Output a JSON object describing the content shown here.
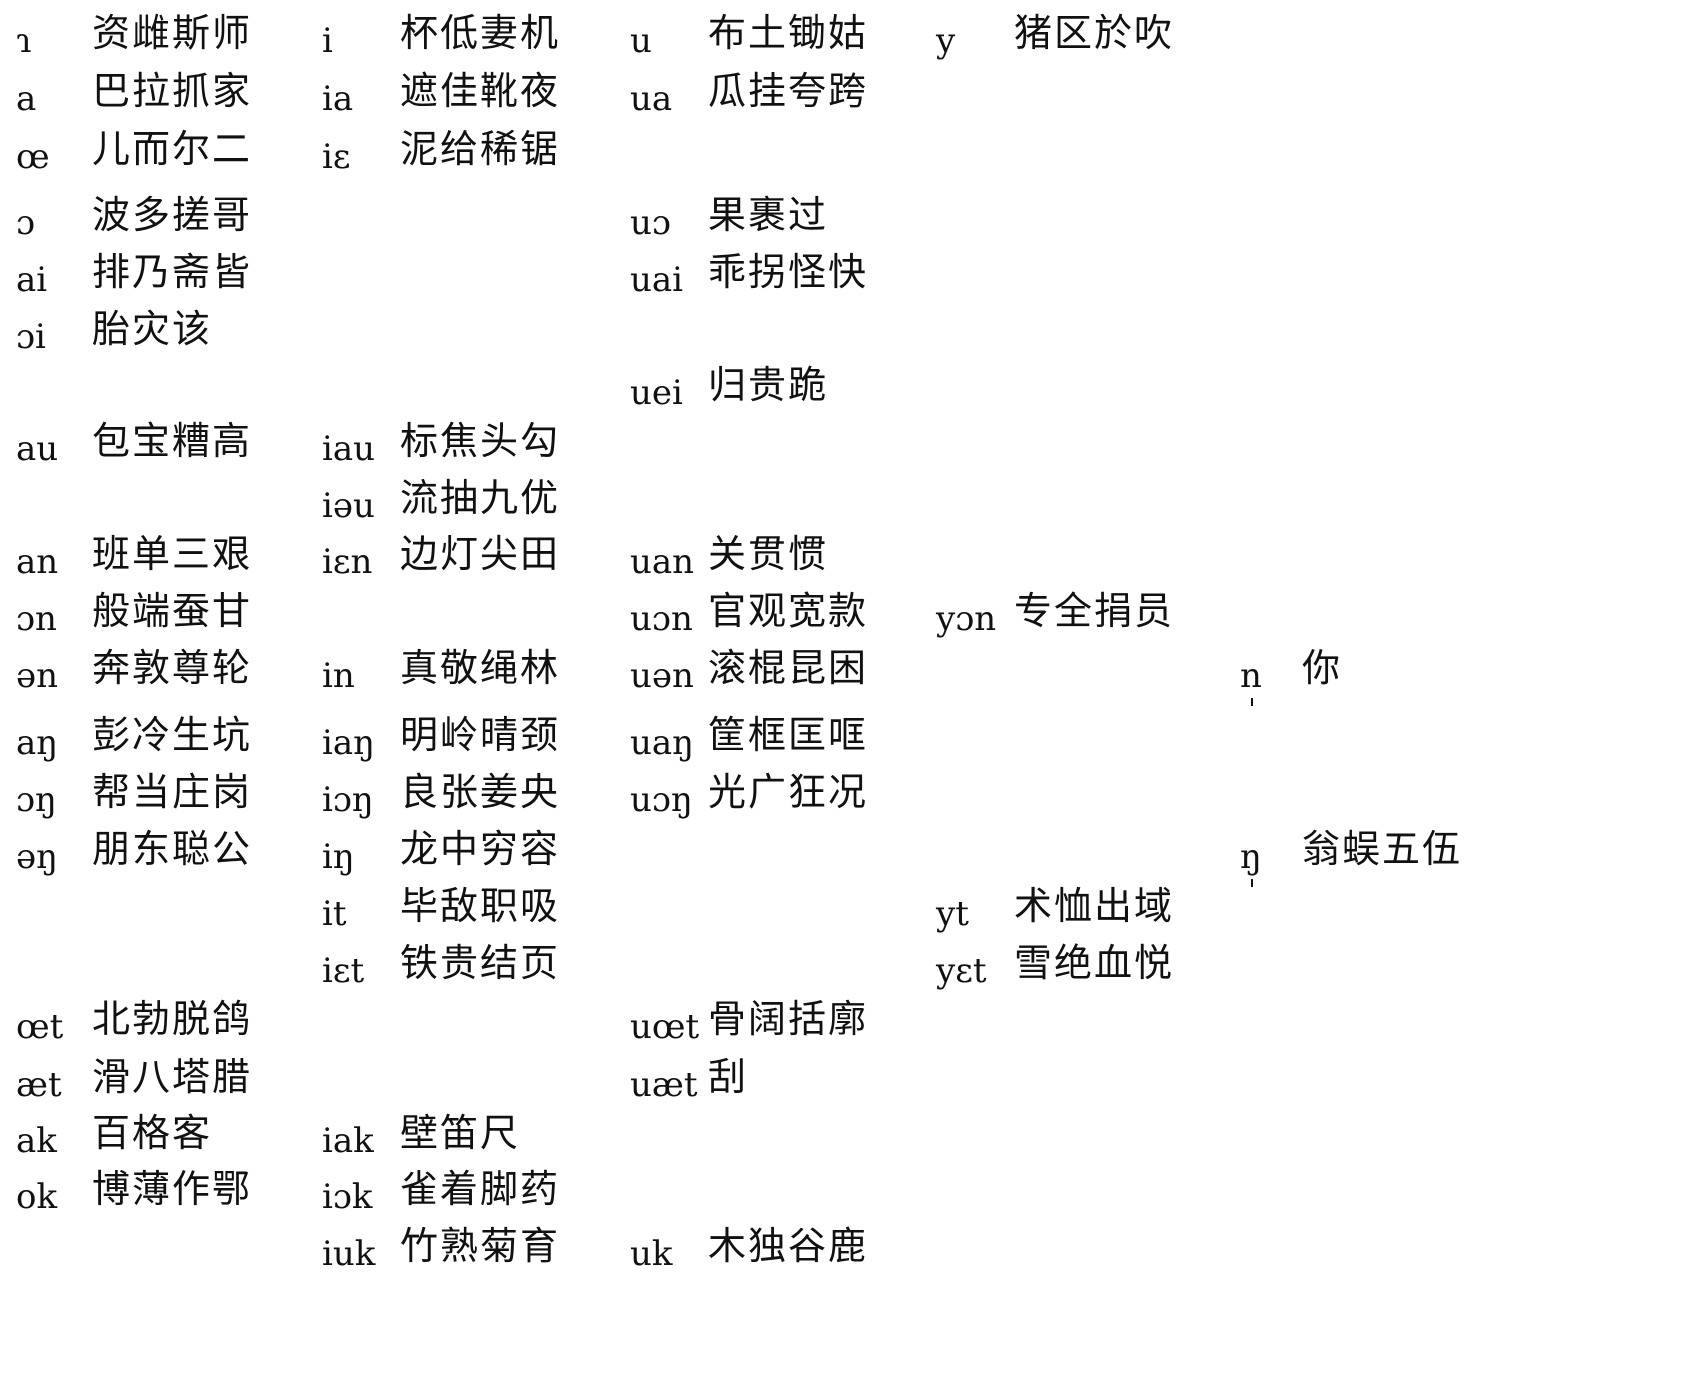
{
  "finals_table": {
    "rows": [
      [
        {
          "ipa": "ɿ",
          "chars": "资雌斯师"
        },
        {
          "ipa": "i",
          "chars": "杯低妻机"
        },
        {
          "ipa": "u",
          "chars": "布土锄姑"
        },
        {
          "ipa": "y",
          "chars": "猪区於吹"
        },
        null
      ],
      [
        {
          "ipa": "a",
          "chars": "巴拉抓家"
        },
        {
          "ipa": "ia",
          "chars": "遮佳靴夜"
        },
        {
          "ipa": "ua",
          "chars": "瓜挂夸跨"
        },
        null,
        null
      ],
      [
        {
          "ipa": "œ",
          "chars": "儿而尔二"
        },
        {
          "ipa": "iɛ",
          "chars": "泥给稀锯"
        },
        null,
        null,
        null
      ],
      [
        {
          "ipa": "ɔ",
          "chars": "波多搓哥"
        },
        null,
        {
          "ipa": "uɔ",
          "chars": "果裹过"
        },
        null,
        null
      ],
      [
        {
          "ipa": "ai",
          "chars": "排乃斋皆"
        },
        null,
        {
          "ipa": "uai",
          "chars": "乖拐怪快"
        },
        null,
        null
      ],
      [
        {
          "ipa": "ɔi",
          "chars": "胎灾该"
        },
        null,
        null,
        null,
        null
      ],
      [
        null,
        null,
        {
          "ipa": "uei",
          "chars": "归贵跪"
        },
        null,
        null
      ],
      [
        {
          "ipa": "au",
          "chars": "包宝糟高"
        },
        {
          "ipa": "iau",
          "chars": "标焦头勾"
        },
        null,
        null,
        null
      ],
      [
        null,
        {
          "ipa": "iəu",
          "chars": "流抽九优"
        },
        null,
        null,
        null
      ],
      [
        {
          "ipa": "an",
          "chars": "班单三艰"
        },
        {
          "ipa": "iɛn",
          "chars": "边灯尖田"
        },
        {
          "ipa": "uan",
          "chars": "关贯惯"
        },
        null,
        null
      ],
      [
        {
          "ipa": "ɔn",
          "chars": "般端蚕甘"
        },
        null,
        {
          "ipa": "uɔn",
          "chars": "官观宽款"
        },
        {
          "ipa": "yɔn",
          "chars": "专全捐员"
        },
        null
      ],
      [
        {
          "ipa": "ən",
          "chars": "奔敦尊轮"
        },
        {
          "ipa": "in",
          "chars": "真敬绳林"
        },
        {
          "ipa": "uən",
          "chars": "滚棍昆困"
        },
        null,
        {
          "ipa": "n",
          "chars": "你"
        }
      ],
      [
        {
          "ipa": "aŋ",
          "chars": "彭冷生坑"
        },
        {
          "ipa": "iaŋ",
          "chars": "明岭晴颈"
        },
        {
          "ipa": "uaŋ",
          "chars": "筐框匡哐"
        },
        null,
        null
      ],
      [
        {
          "ipa": "ɔŋ",
          "chars": "帮当庄岗"
        },
        {
          "ipa": "iɔŋ",
          "chars": "良张姜央"
        },
        {
          "ipa": "uɔŋ",
          "chars": "光广狂况"
        },
        null,
        null
      ],
      [
        {
          "ipa": "əŋ",
          "chars": "朋东聪公"
        },
        {
          "ipa": "iŋ",
          "chars": "龙中穷容"
        },
        null,
        null,
        {
          "ipa": "ŋ",
          "chars": "翁蜈五伍"
        }
      ],
      [
        null,
        {
          "ipa": "it",
          "chars": "毕敌职吸"
        },
        null,
        {
          "ipa": "yt",
          "chars": "术恤出域"
        },
        null
      ],
      [
        null,
        {
          "ipa": "iɛt",
          "chars": "铁贵结页"
        },
        null,
        {
          "ipa": "yɛt",
          "chars": "雪绝血悦"
        },
        null
      ],
      [
        {
          "ipa": "œt",
          "chars": "北勃脱鸽"
        },
        null,
        {
          "ipa": "uœt",
          "chars": "骨阔括廓"
        },
        null,
        null
      ],
      [
        {
          "ipa": "æt",
          "chars": "滑八塔腊"
        },
        null,
        {
          "ipa": "uæt",
          "chars": "刮"
        },
        null,
        null
      ],
      [
        {
          "ipa": "ak",
          "chars": "百格客"
        },
        {
          "ipa": "iak",
          "chars": "壁笛尺"
        },
        null,
        null,
        null
      ],
      [
        {
          "ipa": "ok",
          "chars": "博薄作鄂"
        },
        {
          "ipa": "iɔk",
          "chars": "雀着脚药"
        },
        null,
        null,
        null
      ],
      [
        null,
        {
          "ipa": "iuk",
          "chars": "竹熟菊育"
        },
        {
          "ipa": "uk",
          "chars": "木独谷鹿"
        },
        null,
        null
      ]
    ]
  }
}
